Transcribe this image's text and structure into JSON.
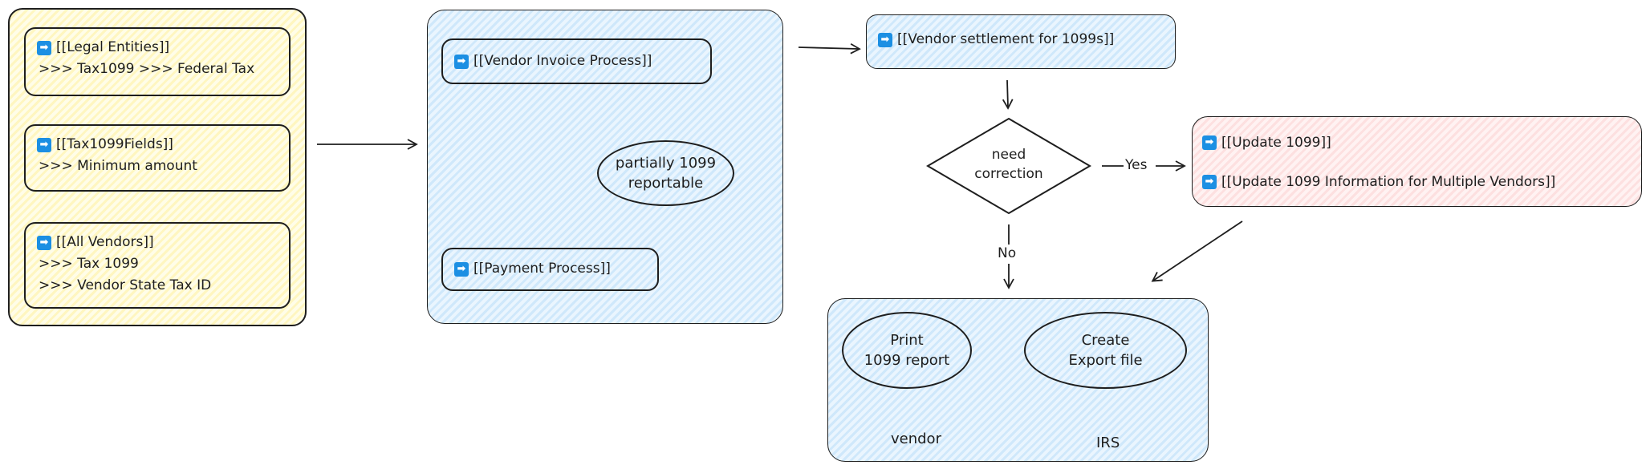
{
  "sources": {
    "legal_entities": {
      "title": "[[Legal Entities]]",
      "path": ">>> Tax1099 >>> Federal Tax"
    },
    "tax1099_fields": {
      "title": "[[Tax1099Fields]]",
      "path": ">>> Minimum amount"
    },
    "all_vendors": {
      "title": "[[All Vendors]]",
      "line1": ">>> Tax 1099",
      "line2": ">>> Vendor State Tax ID"
    }
  },
  "process": {
    "vendor_invoice": "[[Vendor Invoice Process]]",
    "payment": "[[Payment Process]]",
    "partial": {
      "line1": "partially 1099",
      "line2": "reportable"
    }
  },
  "settlement": "[[Vendor settlement for 1099s]]",
  "decision": {
    "line1": "need",
    "line2": "correction",
    "yes": "Yes",
    "no": "No"
  },
  "update": {
    "item1": "[[Update 1099]]",
    "item2": "[[Update 1099 Information for Multiple Vendors]]"
  },
  "outputs": {
    "print": {
      "line1": "Print",
      "line2": "1099 report",
      "target": "vendor"
    },
    "export": {
      "line1": "Create",
      "line2": "Export file",
      "target": "IRS"
    }
  },
  "icons": {
    "link": "arrow-right-icon",
    "link_color": "#1c8fe3"
  },
  "colors": {
    "yellow_fill": "#fff6c0",
    "blue_fill": "#cfe8fb",
    "pink_fill": "#fde0e0",
    "stroke": "#1e1e1e"
  }
}
